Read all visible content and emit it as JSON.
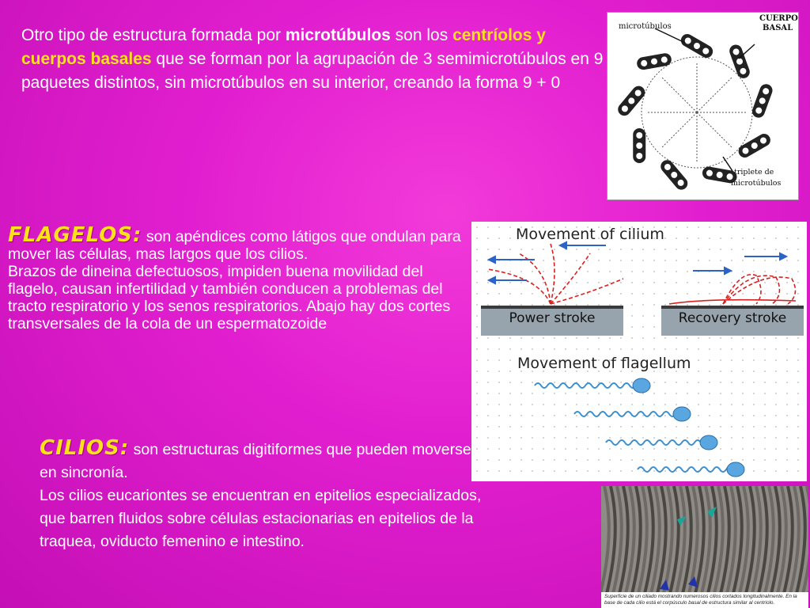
{
  "intro": {
    "p1": "Otro tipo de estructura formada por ",
    "b1": "microtúbulos",
    "p2": " son los ",
    "y1": "centríolos y cuerpos basales",
    "p3": "  que se forman por la agrupación de 3 semimicrotúbulos en 9 paquetes distintos, sin microtúbulos en su interior, creando la forma 9 + 0"
  },
  "basal_figure": {
    "label_microtubulos": "microtúbulos",
    "label_cuerpo": "CUERPO",
    "label_basal": "BASAL",
    "label_triplete": "triplete de",
    "label_triplete2": "microtúbulos"
  },
  "flagelos": {
    "heading": "FLAGELOS:",
    "text1": " son apéndices como látigos que ondulan para mover las células, mas largos que los cilios.",
    "text2": "Brazos de dineina defectuosos, impiden buena movilidad del flagelo, causan infertilidad y también conducen a problemas del tracto respiratorio y los senos respiratorios. Abajo hay dos cortes transversales de la cola de un espermatozoide"
  },
  "movement_figure": {
    "title_cilium": "Movement of cilium",
    "power": "Power stroke",
    "recovery": "Recovery stroke",
    "title_flagellum": "Movement of flagellum"
  },
  "cilios": {
    "heading": "CILIOS:",
    "text1": "  son estructuras digitiformes  que pueden moverse en sincronía.",
    "text2": "Los cilios eucariontes se encuentran en epitelios especializados, que barren fluidos sobre células estacionarias en epitelios de la traquea, oviducto femenino e intestino."
  },
  "micrograph": {
    "caption": "Superficie de un ciliado mostrando numerosos cilios cortados longitudinalmente. En la base de cada cilio está el corpúsculo basal de estructura similar al centriolo."
  },
  "colors": {
    "background": "#e21fd0",
    "highlight": "#ffe11a",
    "text": "#ffffff"
  }
}
